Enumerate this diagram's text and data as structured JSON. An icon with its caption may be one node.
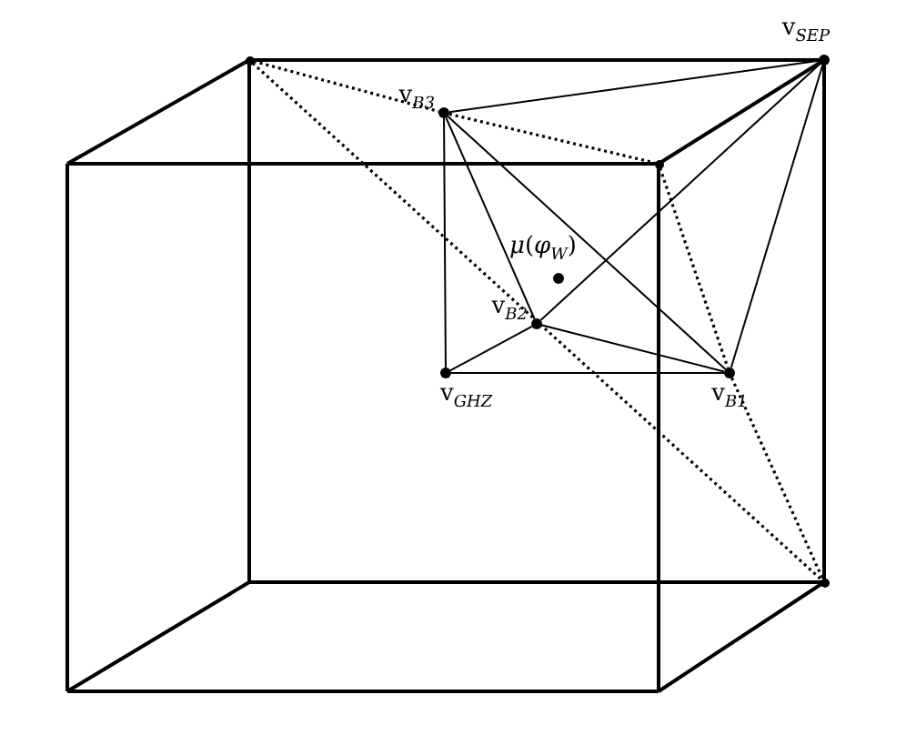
{
  "diagram": {
    "nodes": [
      {
        "text": [
          "v$_{SEP}$"
        ]
      },
      {
        "text": [
          "v$_{B3}$"
        ]
      },
      {
        "text": [
          "*μ*(*φ*$_{W}$)"
        ]
      },
      {
        "text": [
          "v$_{B2}$"
        ]
      },
      {
        "text": [
          "v$_{GHZ}$"
        ]
      },
      {
        "text": [
          "v$_{B1}$"
        ]
      },
      {
        "text": [],
        "shape": "point"
      },
      {
        "text": [],
        "shape": "point"
      },
      {
        "text": [],
        "shape": "point"
      }
    ],
    "edges": [
      {
        "from": 1,
        "to": 0,
        "arrow": "none"
      },
      {
        "from": 1,
        "to": 4,
        "arrow": "none"
      },
      {
        "from": 1,
        "to": 3,
        "arrow": "none"
      },
      {
        "from": 1,
        "to": 5,
        "arrow": "none"
      },
      {
        "from": 4,
        "to": 3,
        "arrow": "none"
      },
      {
        "from": 3,
        "to": 5,
        "arrow": "none"
      },
      {
        "from": 4,
        "to": 5,
        "arrow": "none"
      },
      {
        "from": 3,
        "to": 0,
        "arrow": "none"
      },
      {
        "from": 5,
        "to": 0,
        "arrow": "none"
      },
      {
        "from": 6,
        "to": 1,
        "arrow": "none",
        "style": "dashed"
      },
      {
        "from": 1,
        "to": 7,
        "arrow": "none",
        "style": "dashed"
      },
      {
        "from": 7,
        "to": 5,
        "arrow": "none",
        "style": "dashed"
      },
      {
        "from": 5,
        "to": 8,
        "arrow": "none",
        "style": "dashed"
      },
      {
        "from": 6,
        "to": 8,
        "arrow": "none",
        "style": "dashed"
      }
    ]
  }
}
